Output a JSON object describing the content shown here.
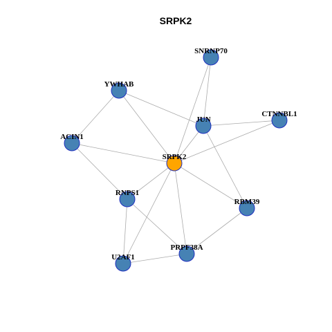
{
  "title": "SRPK2",
  "colors": {
    "regular_node": "#4682B4",
    "center_node": "#FFA500",
    "node_border": "#1f2fbf",
    "edge": "#aaaaaa"
  },
  "nodes": [
    {
      "id": "SRPK2",
      "label": "SRPK2",
      "center": true
    },
    {
      "id": "SNRNP70",
      "label": "SNRNP70"
    },
    {
      "id": "YWHAB",
      "label": "YWHAB"
    },
    {
      "id": "JUN",
      "label": "JUN"
    },
    {
      "id": "CTNNBL1",
      "label": "CTNNBL1"
    },
    {
      "id": "ACIN1",
      "label": "ACIN1"
    },
    {
      "id": "RNPS1",
      "label": "RNPS1"
    },
    {
      "id": "RBM39",
      "label": "RBM39"
    },
    {
      "id": "PRPF38A",
      "label": "PRPF38A"
    },
    {
      "id": "U2AF1",
      "label": "U2AF1"
    }
  ],
  "edges": [
    [
      "SRPK2",
      "SNRNP70"
    ],
    [
      "SRPK2",
      "YWHAB"
    ],
    [
      "SRPK2",
      "JUN"
    ],
    [
      "SRPK2",
      "CTNNBL1"
    ],
    [
      "SRPK2",
      "ACIN1"
    ],
    [
      "SRPK2",
      "RNPS1"
    ],
    [
      "SRPK2",
      "RBM39"
    ],
    [
      "SRPK2",
      "PRPF38A"
    ],
    [
      "SRPK2",
      "U2AF1"
    ],
    [
      "SNRNP70",
      "JUN"
    ],
    [
      "YWHAB",
      "JUN"
    ],
    [
      "YWHAB",
      "ACIN1"
    ],
    [
      "JUN",
      "CTNNBL1"
    ],
    [
      "JUN",
      "RBM39"
    ],
    [
      "ACIN1",
      "RNPS1"
    ],
    [
      "RNPS1",
      "PRPF38A"
    ],
    [
      "RNPS1",
      "U2AF1"
    ],
    [
      "RBM39",
      "PRPF38A"
    ],
    [
      "PRPF38A",
      "U2AF1"
    ]
  ]
}
